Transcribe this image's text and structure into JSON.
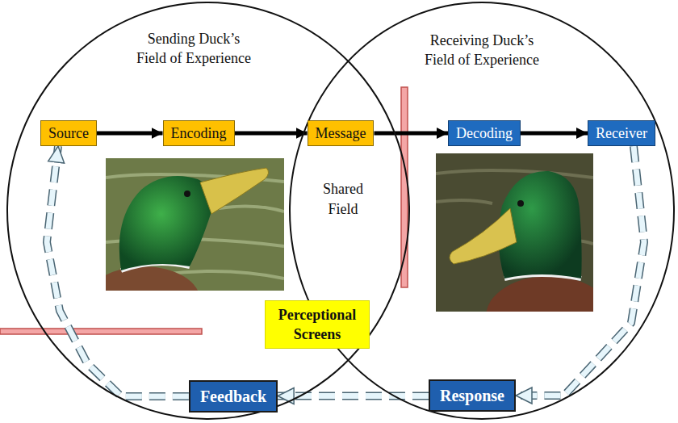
{
  "diagram": {
    "nodes": [
      {
        "text": [
          "Sending Duck’s Field of Experience"
        ]
      },
      {
        "text": [
          "Source"
        ],
        "in": 0
      },
      {
        "text": [
          "Encoding"
        ],
        "in": 0
      },
      {
        "text": [
          "Message"
        ]
      },
      {
        "text": [
          "Receiving Duck’s Field of Experience"
        ]
      },
      {
        "text": [
          "Decoding"
        ],
        "in": 4
      },
      {
        "text": [
          "Receiver"
        ],
        "in": 4
      },
      {
        "text": [
          "Perceptional Screens"
        ]
      },
      {
        "text": [
          "Response"
        ]
      },
      {
        "text": [
          "Feedback"
        ]
      }
    ],
    "edges": [
      {
        "from": 1,
        "to": 2,
        "arrow": "to"
      },
      {
        "from": 2,
        "to": 3,
        "arrow": "to"
      },
      {
        "from": 3,
        "to": 5,
        "arrow": "to"
      },
      {
        "from": 5,
        "to": 6,
        "arrow": "to"
      },
      {
        "from": 6,
        "to": 8,
        "arrow": "to"
      },
      {
        "from": 8,
        "to": 9,
        "arrow": "to"
      },
      {
        "from": 9,
        "to": 1,
        "arrow": "to"
      }
    ],
    "labels": [
      "Shared Field"
    ]
  }
}
